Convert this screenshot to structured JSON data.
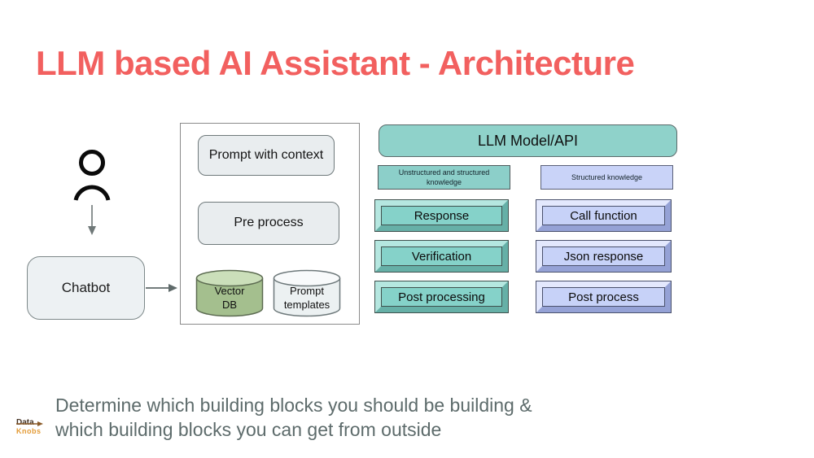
{
  "title": "LLM based AI Assistant - Architecture",
  "colors": {
    "title_red": "#F2605F",
    "teal": "#8FD2CA",
    "teal_bevel": "#85D2C9",
    "lavender": "#C9D3F8",
    "soft_gray_box": "#E9EDEF",
    "vector_db_green": "#A4BF8E",
    "caption_gray": "#5d6b6b"
  },
  "left_flow": {
    "user_icon": "person-icon",
    "chatbot": "Chatbot"
  },
  "pipeline_box": {
    "prompt_with_context": "Prompt with context",
    "pre_process": "Pre process",
    "vector_db_line1": "Vector",
    "vector_db_line2": "DB",
    "templates_line1": "Prompt",
    "templates_line2": "templates"
  },
  "llm": {
    "header": "LLM Model/API",
    "left_column": {
      "label": "Unstructured and structured knowledge",
      "items": [
        "Response",
        "Verification",
        "Post processing"
      ]
    },
    "right_column": {
      "label": "Structured knowledge",
      "items": [
        "Call function",
        "Json response",
        "Post process"
      ]
    }
  },
  "caption": {
    "line1": "Determine which building blocks you should be building &",
    "line2": "which building blocks you can get from outside"
  },
  "logo": {
    "line1": "Data",
    "line2": "Knobs"
  }
}
